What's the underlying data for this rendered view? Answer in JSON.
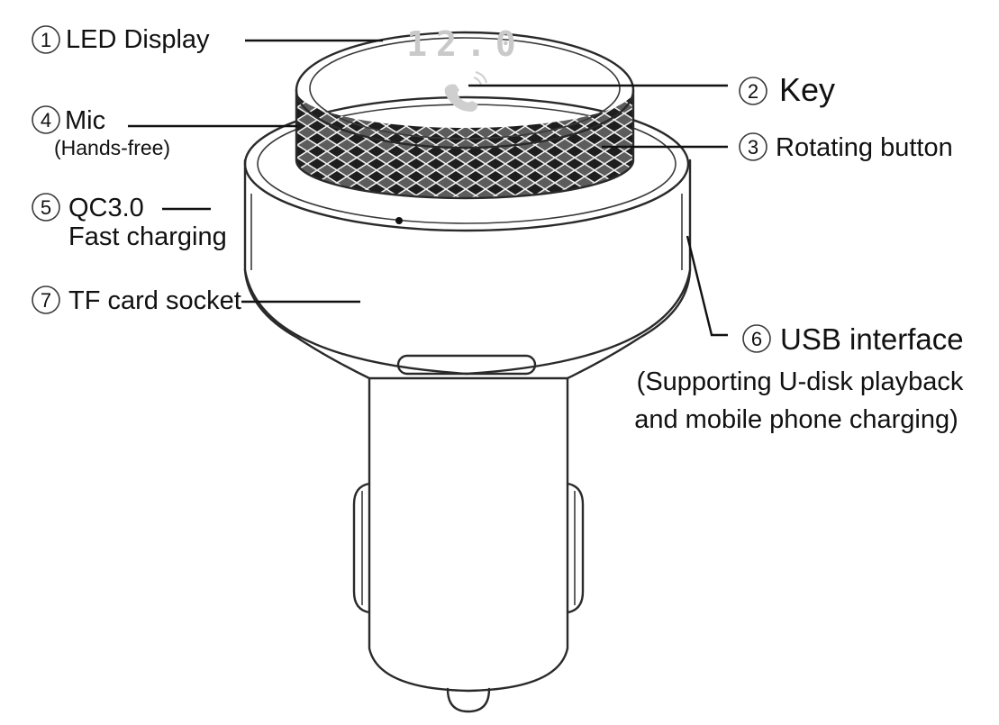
{
  "diagram": {
    "display_reading": "12.0",
    "callouts": [
      {
        "id": "led-display",
        "number": "1",
        "label": "LED Display"
      },
      {
        "id": "key",
        "number": "2",
        "label": "Key"
      },
      {
        "id": "rotating-button",
        "number": "3",
        "label": "Rotating button"
      },
      {
        "id": "mic",
        "number": "4",
        "label": "Mic",
        "sub": "(Hands-free)"
      },
      {
        "id": "qc30",
        "number": "5",
        "label": "QC3.0",
        "sub": "Fast charging"
      },
      {
        "id": "usb-interface",
        "number": "6",
        "label": "USB interface",
        "note_line1": "(Supporting U-disk playback",
        "note_line2": "and mobile phone charging)"
      },
      {
        "id": "tf-socket",
        "number": "7",
        "label": "TF card socket"
      }
    ]
  }
}
